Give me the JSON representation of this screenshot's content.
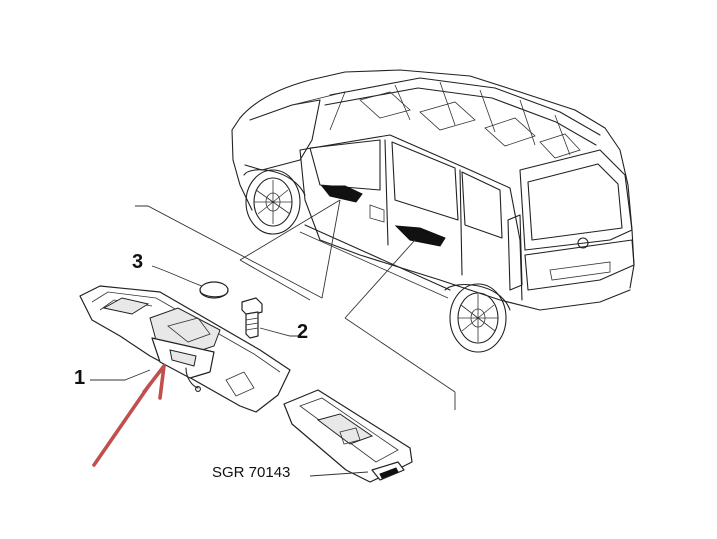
{
  "labels": {
    "part1": "1",
    "part2": "2",
    "part3": "3",
    "reference_code": "SGR 70143"
  },
  "colors": {
    "arrow": "#c0504d",
    "line": "#222222"
  }
}
